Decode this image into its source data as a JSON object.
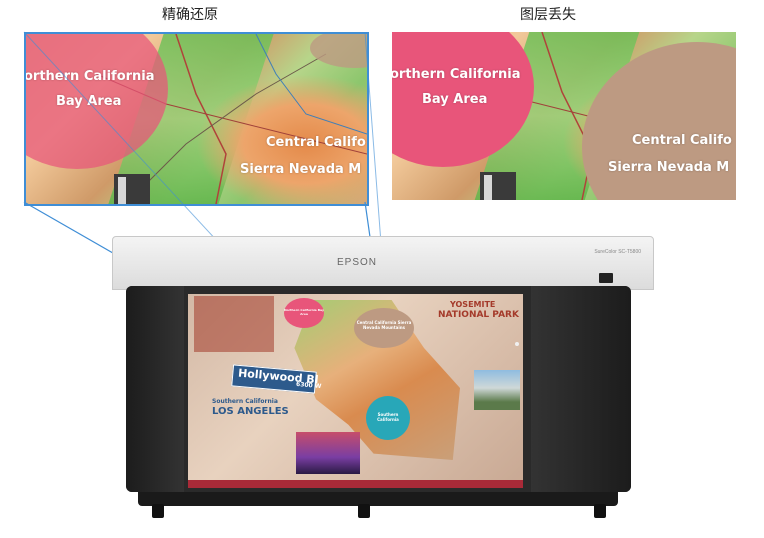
{
  "captions": {
    "left": "精确还原",
    "right": "图层丢失"
  },
  "zoom_panels": {
    "labels": {
      "north_line1": "orthern California",
      "north_line2": "Bay Area",
      "central_line1": "Central Califo",
      "central_line2": "Sierra Nevada M"
    }
  },
  "printer": {
    "brand": "EPSON",
    "model": "SureColor SC-T5800"
  },
  "poster": {
    "hollywood": "Hollywood Bl",
    "street_number": "6300 W",
    "so_cal": "Southern California",
    "la": "LOS ANGELES",
    "yosemite1": "YOSEMITE",
    "yosemite2": "NATIONAL PARK",
    "bubble_north": "Northern California Bay Area",
    "bubble_central": "Central California Sierra Nevada Mountains",
    "bubble_south": "Southern California"
  },
  "colors": {
    "pink": "#e8557a",
    "tan": "#bd9a82",
    "teal": "#28a7b8",
    "blue_line": "#3f8ed6"
  }
}
